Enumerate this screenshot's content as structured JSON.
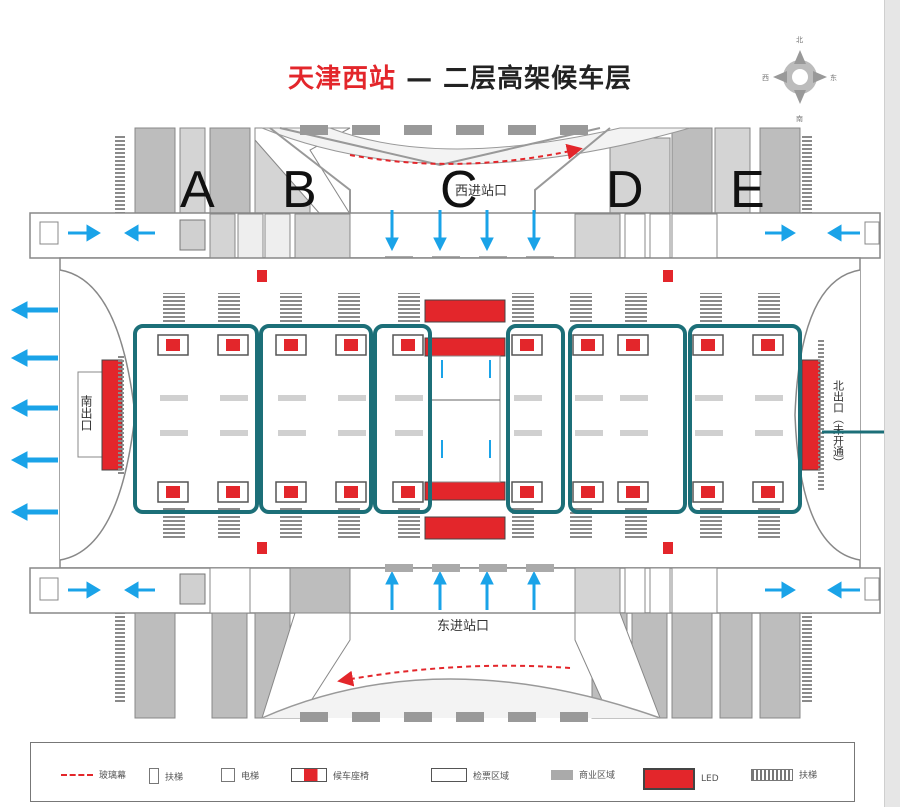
{
  "title": {
    "station": "天津西站",
    "dash": "—",
    "floor": "二层高架候车层"
  },
  "zones": [
    "A",
    "B",
    "C",
    "D",
    "E"
  ],
  "entrances": {
    "west": "西进站口",
    "east": "东进站口"
  },
  "exits": {
    "south": "南出口",
    "north": "北出口（未开通）"
  },
  "compass": [
    "北",
    "南",
    "东",
    "西"
  ],
  "legend": [
    {
      "icon": "dashed-line-icon",
      "label": "玻璃幕"
    },
    {
      "icon": "elevator-icon",
      "label": "扶梯"
    },
    {
      "icon": "stair-icon",
      "label": "电梯"
    },
    {
      "icon": "waiting-seat-icon",
      "label": "候车座椅"
    },
    {
      "icon": "ticket-gate-icon",
      "label": "检票区域"
    },
    {
      "icon": "shop-icon",
      "label": "商业区域"
    },
    {
      "icon": "led-screen-icon",
      "label": "LED"
    },
    {
      "icon": "escalator-icon",
      "label": "扶梯"
    }
  ],
  "colors": {
    "accent_red": "#e3262b",
    "highlight_teal": "#1c6f78",
    "arrow_blue": "#1aa3e8",
    "building_gray": "#bdbdbd"
  }
}
